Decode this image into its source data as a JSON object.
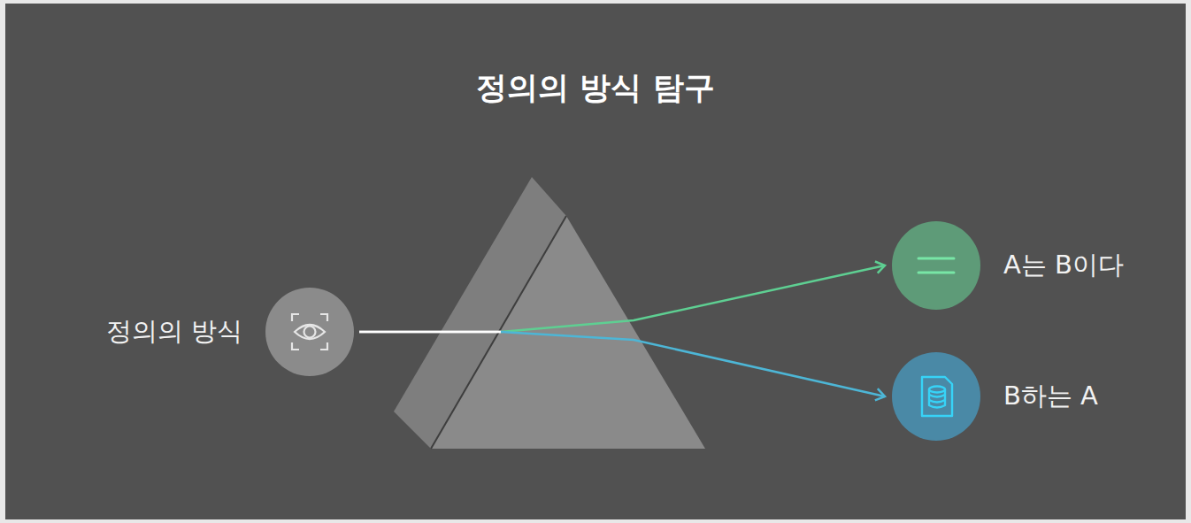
{
  "diagram": {
    "title": "정의의 방식 탐구",
    "nodes": [
      {
        "text": [
          "정의의 방식"
        ]
      },
      {
        "text": [
          "A는 B이다"
        ]
      },
      {
        "text": [
          "B하는 A"
        ]
      }
    ],
    "edges": [
      {
        "from": 0,
        "to": 1,
        "arrow": "to"
      },
      {
        "from": 0,
        "to": 2,
        "arrow": "to"
      }
    ]
  }
}
